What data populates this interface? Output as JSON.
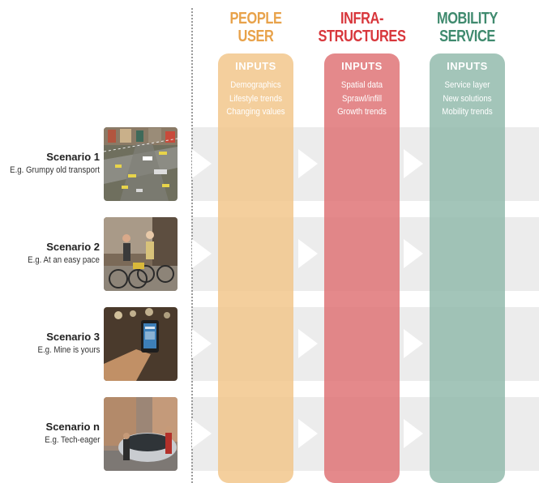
{
  "columns": [
    {
      "title_line1": "PEOPLE",
      "title_line2": "USER",
      "color": "#f2c488",
      "title_color": "#e8a24a",
      "inputs_title": "INPUTS",
      "inputs": [
        "Demographics",
        "Lifestyle trends",
        "Changing values"
      ]
    },
    {
      "title_line1": "INFRA-",
      "title_line2": "STRUCTURES",
      "color": "#de6f72",
      "title_color": "#d8373c",
      "inputs_title": "INPUTS",
      "inputs": [
        "Spatial data",
        "Sprawl/infill",
        "Growth trends"
      ]
    },
    {
      "title_line1": "MOBILITY",
      "title_line2": "SERVICE",
      "color": "#8fb8a9",
      "title_color": "#3f8a6e",
      "inputs_title": "INPUTS",
      "inputs": [
        "Service layer",
        "New solutions",
        "Mobility trends"
      ]
    }
  ],
  "scenarios": [
    {
      "title": "Scenario 1",
      "subtitle": "E.g. Grumpy old transport",
      "photo": "busy-intersection-photo"
    },
    {
      "title": "Scenario 2",
      "subtitle": "E.g. At an easy pace",
      "photo": "cyclists-photo"
    },
    {
      "title": "Scenario 3",
      "subtitle": "E.g. Mine is yours",
      "photo": "hand-holding-phone-photo"
    },
    {
      "title": "Scenario n",
      "subtitle": "E.g. Tech-eager",
      "photo": "autonomous-pod-photo"
    }
  ]
}
